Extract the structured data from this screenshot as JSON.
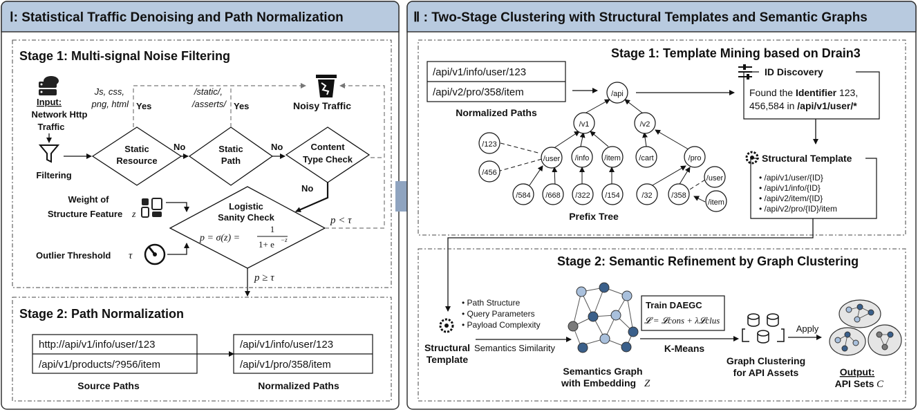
{
  "panel1": {
    "title": "Ⅰ: Statistical Traffic Denoising and Path Normalization",
    "stage1": {
      "title": "Stage 1:  Multi-signal Noise Filtering",
      "input_label": "Input:",
      "input_text_1": "Network Http",
      "input_text_2": "Traffic",
      "filtering": "Filtering",
      "static_resource_1": "Static",
      "static_resource_2": "Resource",
      "static_path_1": "Static",
      "static_path_2": "Path",
      "content_type_1": "Content",
      "content_type_2": "Type Check",
      "ext_note_1": "Js, css,",
      "ext_note_2": "png, html",
      "path_note_1": "/static/,",
      "path_note_2": "/asserts/",
      "yes": "Yes",
      "no": "No",
      "noisy_traffic": "Noisy Traffic",
      "weight_1": "Weight of",
      "weight_2": "Structure Feature",
      "weight_var": "z",
      "logistic_1": "Logistic",
      "logistic_2": "Sanity Check",
      "formula_lhs": "p = σ(z) =",
      "formula_num": "1",
      "formula_den": "1+ e",
      "formula_exp": "−z",
      "outlier": "Outlier Threshold",
      "outlier_var": "τ",
      "p_lt": "p < τ",
      "p_ge": "p ≥ τ"
    },
    "stage2": {
      "title": "Stage 2:  Path Normalization",
      "source_paths": [
        "http://api/v1/info/user/123",
        "/api/v1/products/?956/item"
      ],
      "normalized_paths": [
        "/api/v1/info/user/123",
        "/api/v1/pro/358/item"
      ],
      "source_caption": "Source Paths",
      "normalized_caption": "Normalized Paths"
    }
  },
  "panel2": {
    "title": "Ⅱ  : Two-Stage Clustering with Structural Templates and Semantic Graphs",
    "stage1": {
      "title": "Stage 1:   Template Mining based on Drain3",
      "paths": [
        "/api/v1/info/user/123",
        "/api/v2/pro/358/item"
      ],
      "paths_caption": "Normalized Paths",
      "tree_nodes": [
        "/api",
        "/v1",
        "/v2",
        "/123",
        "/user",
        "/info",
        "/item",
        "/cart",
        "/pro",
        "/456",
        "/584",
        "/668",
        "/322",
        "/154",
        "/32",
        "/358",
        "/user",
        "/item"
      ],
      "tree_caption": "Prefix Tree",
      "id_discovery": "ID Discovery",
      "found_1": "Found the",
      "found_bold": "Identifier",
      "found_2": "123,",
      "found_3": "456,584 in",
      "found_path": "/api/v1/user/*",
      "structural_template": "Structural Template",
      "templates": [
        "/api/v1/user/{ID}",
        "/api/v1/info/{ID}",
        "/api/v2/item/{ID}",
        "/api/v2/pro/{ID}/item"
      ]
    },
    "stage2": {
      "title": "Stage 2:   Semantic Refinement by Graph Clustering",
      "features": [
        "Path Structure",
        "Query Parameters",
        "Payload Complexity"
      ],
      "st_label_1": "Structural",
      "st_label_2": "Template",
      "semantics_similarity": "Semantics Similarity",
      "graph_1": "Semantics Graph",
      "graph_2": "with Embedding",
      "graph_var": "Z",
      "train": "Train DAEGC",
      "loss": "𝓛 = 𝓛cons + λ𝓛clus",
      "kmeans": "K-Means",
      "apply": "Apply",
      "clustering_1": "Graph Clustering",
      "clustering_2": "for API Assets",
      "output_1": "Output:",
      "output_2": "API Sets",
      "output_var": "C"
    }
  },
  "colors": {
    "header": "#b8cadf",
    "node_dark": "#3a5f8a",
    "node_light": "#a9c0dc",
    "node_gray": "#7a7a7a",
    "arrow_big": "#8fa4c0"
  }
}
